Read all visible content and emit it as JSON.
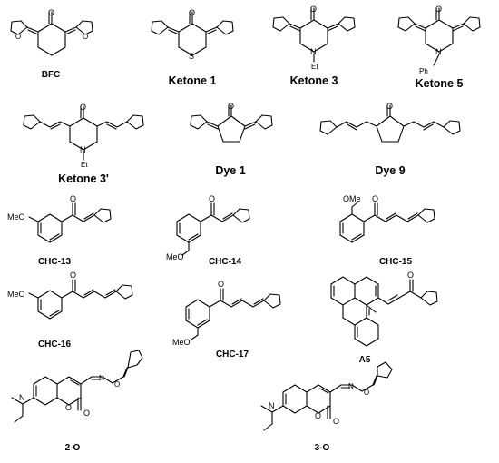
{
  "labels": {
    "bfc": "BFC",
    "ketone1": "Ketone 1",
    "ketone3": "Ketone 3",
    "ketone5": "Ketone 5",
    "ketone3p": "Ketone 3'",
    "dye1": "Dye 1",
    "dye9": "Dye 9",
    "chc13": "CHC-13",
    "chc14": "CHC-14",
    "chc15": "CHC-15",
    "chc16": "CHC-16",
    "chc17": "CHC-17",
    "a5": "A5",
    "o2": "2-O",
    "o3": "3-O"
  },
  "atoms": {
    "o": "O",
    "s": "S",
    "n": "N",
    "et": "Et",
    "ph": "Ph",
    "meo": "MeO",
    "ome": "OMe"
  }
}
